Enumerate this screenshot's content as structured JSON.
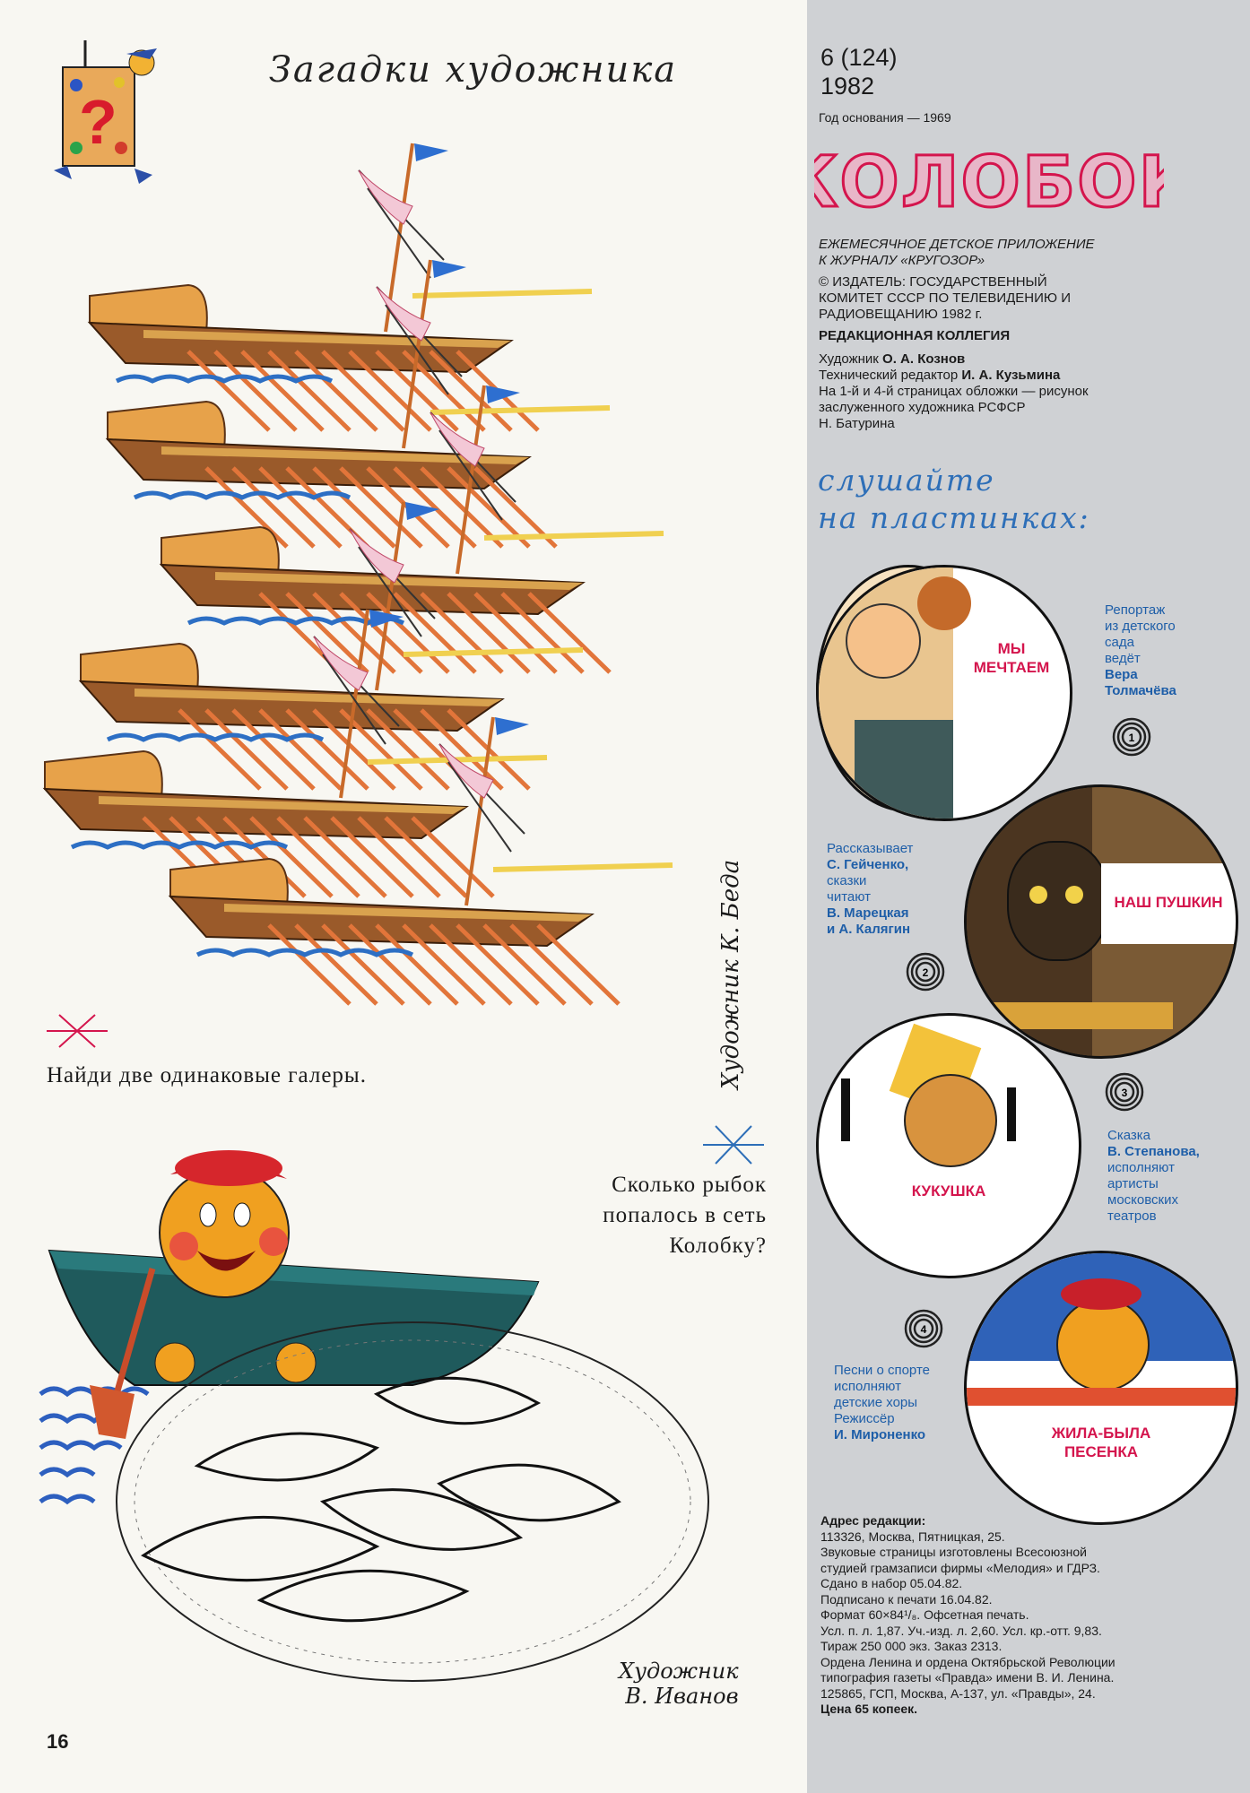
{
  "page_title": "Загадки художника",
  "page_number": "16",
  "galleys": {
    "question": "Найди две одинаковые галеры.",
    "artist_role": "Художник",
    "artist_name": "К. Беда"
  },
  "fishing": {
    "question_lines": [
      "Сколько рыбок",
      "попалось в сеть",
      "Колобку?"
    ],
    "artist_role": "Художник",
    "artist_name": "В. Иванов"
  },
  "masthead": {
    "issue": "6 (124)",
    "year": "1982",
    "founded": "Год основания — 1969",
    "logo_text": "КОЛОБОК",
    "subtitle_lines": [
      "ЕЖЕМЕСЯЧНОЕ ДЕТСКОЕ ПРИЛОЖЕНИЕ",
      "К ЖУРНАЛУ «КРУГОЗОР»"
    ],
    "publisher_lines": [
      "© ИЗДАТЕЛЬ: ГОСУДАРСТВЕННЫЙ",
      "КОМИТЕТ СССР ПО ТЕЛЕВИДЕНИЮ И",
      "РАДИОВЕЩАНИЮ 1982 г."
    ],
    "editorial_board": "РЕДАКЦИОННАЯ КОЛЛЕГИЯ",
    "artist_label": "Художник",
    "artist_name": "О. А. Кознов",
    "tech_editor_label": "Технический редактор",
    "tech_editor_name": "И. А. Кузьмина",
    "cover_lines": [
      "На 1-й и 4-й страницах обложки — рисунок",
      "заслуженного художника РСФСР",
      "Н. Батурина"
    ]
  },
  "listen_heading": [
    "слушайте",
    "на пластинках:"
  ],
  "records": [
    {
      "number": "1",
      "label_lines": [
        "МЫ",
        "МЕЧТАЕМ"
      ],
      "desc_lines": [
        "Репортаж",
        "из детского",
        "сада",
        "ведёт"
      ],
      "desc_bold_lines": [
        "Вера",
        "Толмачёва"
      ]
    },
    {
      "number": "2",
      "label_lines": [
        "НАШ ПУШКИН"
      ],
      "desc_lines": [
        "Рассказывает",
        "С. Гейченко,",
        "сказки",
        "читают",
        "В. Марецкая",
        "и А. Калягин"
      ]
    },
    {
      "number": "3",
      "label_lines": [
        "КУКУШКА"
      ],
      "desc_lines": [
        "Сказка",
        "В. Степанова,",
        "исполняют",
        "артисты",
        "московских",
        "театров"
      ]
    },
    {
      "number": "4",
      "label_lines": [
        "ЖИЛА-БЫЛА",
        "ПЕСЕНКА"
      ],
      "desc_lines": [
        "Песни о спорте",
        "исполняют",
        "детские хоры",
        "Режиссёр",
        "И. Мироненко"
      ]
    }
  ],
  "imprint": {
    "address_heading": "Адрес редакции:",
    "lines": [
      "113326, Москва, Пятницкая, 25.",
      "Звуковые страницы изготовлены Всесоюзной",
      "студией грамзаписи фирмы «Мелодия» и ГДРЗ.",
      "Сдано в набор 05.04.82.",
      "Подписано к печати 16.04.82.",
      "Формат 60×84¹/₈. Офсетная печать.",
      "Усл. п. л. 1,87. Уч.-изд. л. 2,60. Усл. кр.-отт. 9,83.",
      "Тираж 250 000 экз. Заказ 2313.",
      "Ордена Ленина и ордена Октябрьской Революции",
      "типография газеты «Правда» имени В. И. Ленина.",
      "125865, ГСП, Москва, А-137, ул. «Правды», 24."
    ],
    "price": "Цена 65 копеек."
  },
  "colors": {
    "accent_pink": "#d4154d",
    "accent_blue": "#2e6fb8",
    "side_panel": "#cfd1d4"
  }
}
